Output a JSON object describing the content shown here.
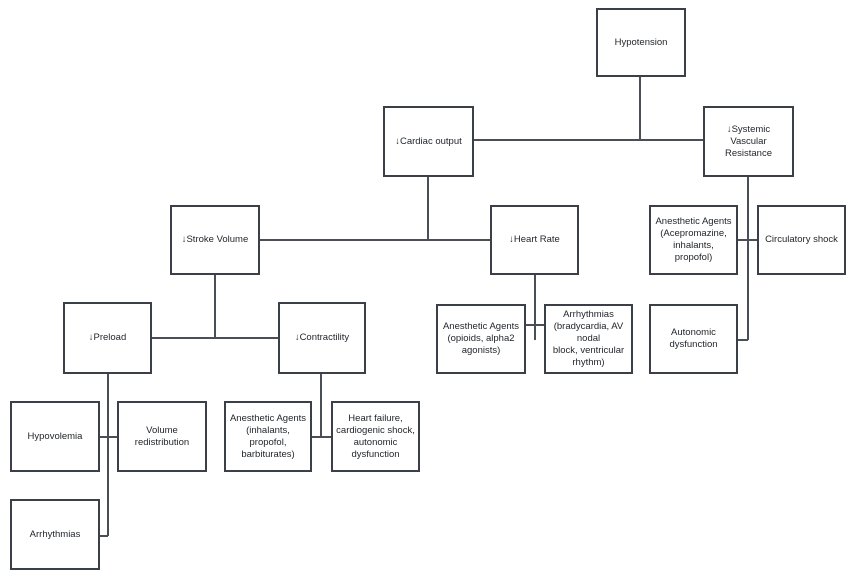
{
  "nodes": {
    "hypotension": "Hypotension",
    "cardiac_output": "↓Cardiac output",
    "svr": "↓Systemic Vascular\nResistance",
    "stroke_volume": "↓Stroke Volume",
    "heart_rate": "↓Heart Rate",
    "svr_anesthetic": "Anesthetic Agents\n(Acepromazine,\ninhalants, propofol)",
    "circulatory_shock": "Circulatory shock",
    "autonomic_dysfunction": "Autonomic dysfunction",
    "hr_anesthetic": "Anesthetic Agents\n(opioids, alpha2\nagonists)",
    "hr_arrhythmias": "Arrhythmias\n(bradycardia, AV nodal\nblock, ventricular\nrhythm)",
    "preload": "↓Preload",
    "contractility": "↓Contractility",
    "hypovolemia": "Hypovolemia",
    "volume_redistribution": "Volume redistribution",
    "preload_arrhythmias": "Arrhythmias",
    "contractility_anesthetic": "Anesthetic Agents\n(inhalants, propofol,\nbarbiturates)",
    "heart_failure": "Heart failure,\ncardiogenic shock,\nautonomic dysfunction"
  },
  "colors": {
    "border": "#3b4048",
    "line": "#4a4f57",
    "text": "#1f2328",
    "background": "#ffffff"
  }
}
